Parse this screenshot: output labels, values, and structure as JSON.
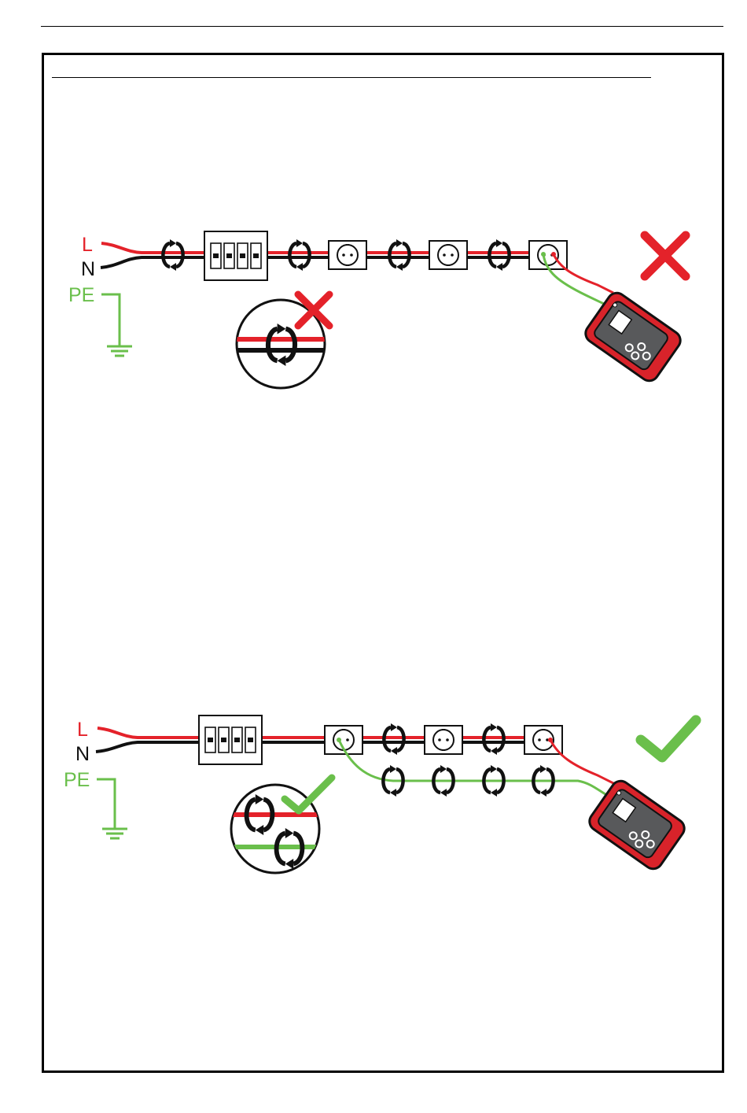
{
  "colors": {
    "live": "#e4222a",
    "neutral": "#111111",
    "earth": "#6abf4b",
    "tester_body": "#d8232a",
    "tester_face": "#58595b",
    "wrong": "#e4222a",
    "right": "#6abf4b"
  },
  "diagram_top": {
    "labels": {
      "l": "L",
      "n": "N",
      "pe": "PE"
    },
    "status_icon": "cross-icon",
    "detail_status_icon": "cross-icon"
  },
  "diagram_bottom": {
    "labels": {
      "l": "L",
      "n": "N",
      "pe": "PE"
    },
    "status_icon": "check-icon",
    "detail_status_icon": "check-icon"
  }
}
